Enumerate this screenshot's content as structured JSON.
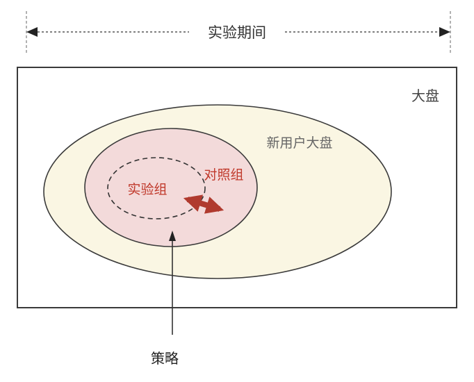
{
  "diagram": {
    "period_label": "实验期间",
    "outer_box_label": "大盘",
    "new_user_pool_label": "新用户大盘",
    "control_group_label": "对照组",
    "experiment_group_label": "实验组",
    "strategy_label": "策略"
  },
  "colors": {
    "cream_fill": "#faf6e3",
    "pink_fill": "#f3dada",
    "red_text": "#c0392b",
    "red_arrow": "#b03a2e",
    "dark_border": "#3a3a3a",
    "gray_text": "#666666",
    "dark_text": "#333333"
  }
}
